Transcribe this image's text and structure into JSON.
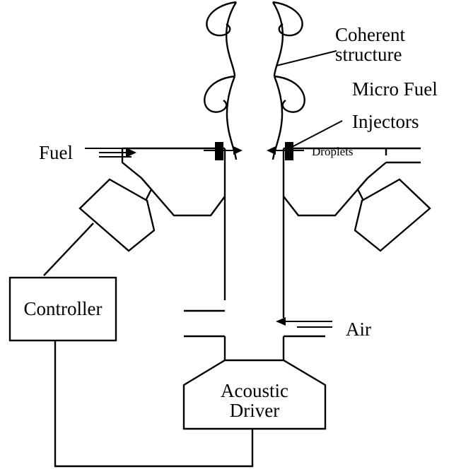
{
  "labels": {
    "coherent_line1": "Coherent",
    "coherent_line2": "structure",
    "micro_line1": "Micro Fuel",
    "micro_line2": "Injectors",
    "fuel": "Fuel",
    "droplets": "Droplets",
    "controller": "Controller",
    "air": "Air",
    "acoustic_line1": "Acoustic",
    "acoustic_line2": "Driver"
  }
}
